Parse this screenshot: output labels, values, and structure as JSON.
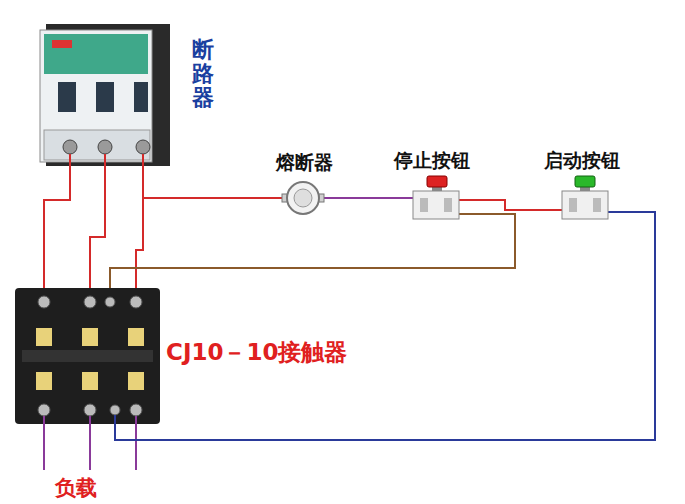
{
  "diagram": {
    "nodes": [
      {
        "text": [
          "断路器"
        ]
      },
      {
        "text": [
          "熔断器"
        ]
      },
      {
        "text": [
          "停止按钮"
        ]
      },
      {
        "text": [
          "启动按钮"
        ]
      },
      {
        "text": [
          "CJ10－10接触器"
        ]
      }
    ],
    "edges": [
      {
        "from": 0,
        "to": 4,
        "arrow": "none"
      },
      {
        "from": 0,
        "to": 4,
        "arrow": "none"
      },
      {
        "from": 0,
        "to": 4,
        "arrow": "none"
      },
      {
        "from": 0,
        "to": 1,
        "arrow": "none"
      },
      {
        "from": 1,
        "to": 2,
        "arrow": "none"
      },
      {
        "from": 2,
        "to": 3,
        "arrow": "none"
      },
      {
        "from": 2,
        "to": 4,
        "arrow": "none"
      },
      {
        "from": 3,
        "to": 4,
        "arrow": "none"
      }
    ],
    "labels": [
      "负载"
    ]
  }
}
